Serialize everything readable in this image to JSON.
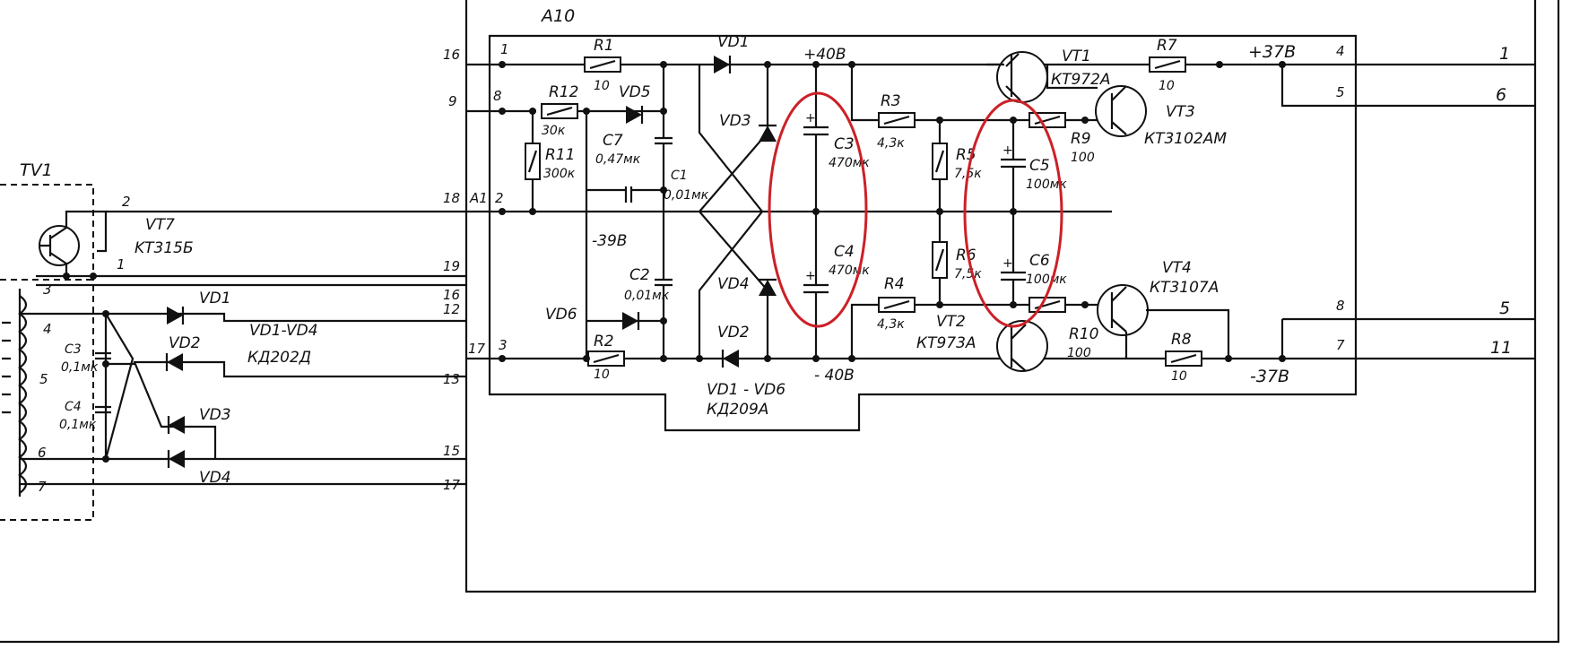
{
  "labels": {
    "block_name": "A10",
    "transformer": "TV1",
    "vt7": "VT7",
    "vt7_type": "KT315Б",
    "vd1": "VD1",
    "vd2_left": "VD2",
    "vd3_left": "VD3",
    "vd4_left": "VD4",
    "vd1_vd4": "VD1-VD4",
    "vd1_vd4_type": "КД202Д",
    "c3_left": "C3",
    "c3_left_val": "0,1мк",
    "c4_left": "C4",
    "c4_left_val": "0,1мк",
    "r1": "R1",
    "r1_val": "10",
    "r2": "R2",
    "r2_val": "10",
    "r12": "R12",
    "r12_val": "30к",
    "r11": "R11",
    "r11_val": "300к",
    "vd5": "VD5",
    "vd6": "VD6",
    "c7": "C7",
    "c7_val": "0,47мк",
    "c1": "C1",
    "c1_val": "0,01мк",
    "c2": "C2",
    "c2_val": "0,01мк",
    "minus39": "-39В",
    "vd01": "VD1",
    "vd03": "VD3",
    "vd04": "VD4",
    "vd02": "VD2",
    "vd1_vd6": "VD1 - VD6",
    "vd1_vd6_type": "КД209А",
    "plus40": "+40В",
    "minus40": "- 40В",
    "c3": "C3",
    "c3_val": "470мк",
    "c4": "C4",
    "c4_val": "470мк",
    "r3": "R3",
    "r3_val": "4,3к",
    "r4": "R4",
    "r4_val": "4,3к",
    "r5": "R5",
    "r5_val": "7,5к",
    "r6": "R6",
    "r6_val": "7,5к",
    "c5": "C5",
    "c5_val": "100мк",
    "c6": "C6",
    "c6_val": "100мк",
    "r9": "R9",
    "r9_val": "100",
    "r10": "R10",
    "r10_val": "100",
    "vt1": "VT1",
    "vt1_type": "КТ972А",
    "vt2": "VT2",
    "vt2_type": "КТ973А",
    "vt3": "VT3",
    "vt3_type": "КТ3102АМ",
    "vt4": "VT4",
    "vt4_type": "КТ3107А",
    "r7": "R7",
    "r7_val": "10",
    "r8": "R8",
    "r8_val": "10",
    "plus37": "+37В",
    "minus37": "-37В"
  },
  "pins": {
    "in_16": "16",
    "in_9": "9",
    "in_18": "18",
    "in_19": "19",
    "in_16b": "16",
    "in_12": "12",
    "in_13": "13",
    "in_15": "15",
    "in_17": "17",
    "in_17b": "17",
    "in_a1": "А1",
    "n1": "1",
    "n8": "8",
    "n2": "2",
    "n3": "3",
    "out_4": "4",
    "out_5": "5",
    "out_8": "8",
    "out_7": "7",
    "ext_1": "1",
    "ext_6": "6",
    "ext_5": "5",
    "ext_11": "11",
    "tv_2": "2",
    "tv_1": "1",
    "tv_3": "3",
    "tv_4": "4",
    "tv_5": "5",
    "tv_6": "6",
    "tv_7": "7"
  },
  "colors": {
    "ink": "#111111",
    "highlight": "#cc2027",
    "paper": "#ffffff"
  }
}
